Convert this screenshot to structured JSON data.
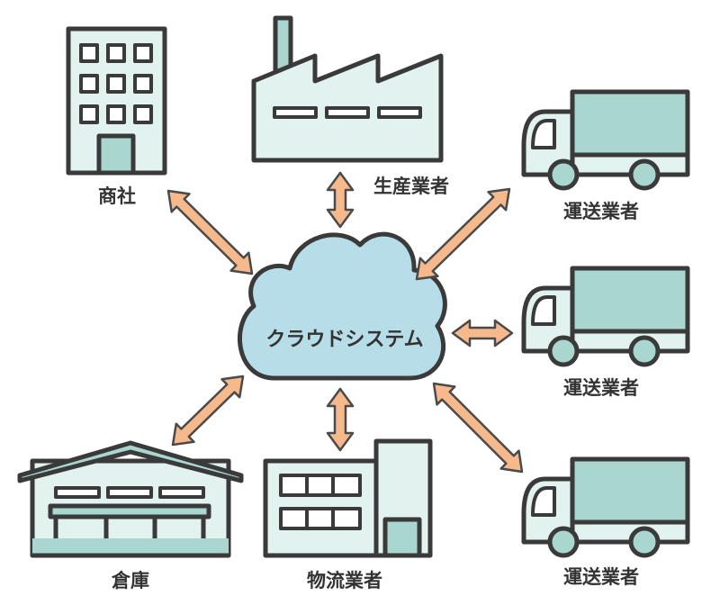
{
  "center": {
    "label": "クラウドシステム"
  },
  "nodes": {
    "trading_company": {
      "label": "商社"
    },
    "manufacturer": {
      "label": "生産業者"
    },
    "carrier_top": {
      "label": "運送業者"
    },
    "carrier_middle": {
      "label": "運送業者"
    },
    "carrier_bottom": {
      "label": "運送業者"
    },
    "warehouse": {
      "label": "倉庫"
    },
    "logistics": {
      "label": "物流業者"
    }
  },
  "colors": {
    "outline": "#3a3a3a",
    "building_fill": "#e2f2ef",
    "accent_fill": "#a9d6cf",
    "cloud_fill": "#b7dde8",
    "arrow_fill": "#f5b98c",
    "arrow_stroke": "#4a4a4a",
    "label_text": "#333333"
  }
}
